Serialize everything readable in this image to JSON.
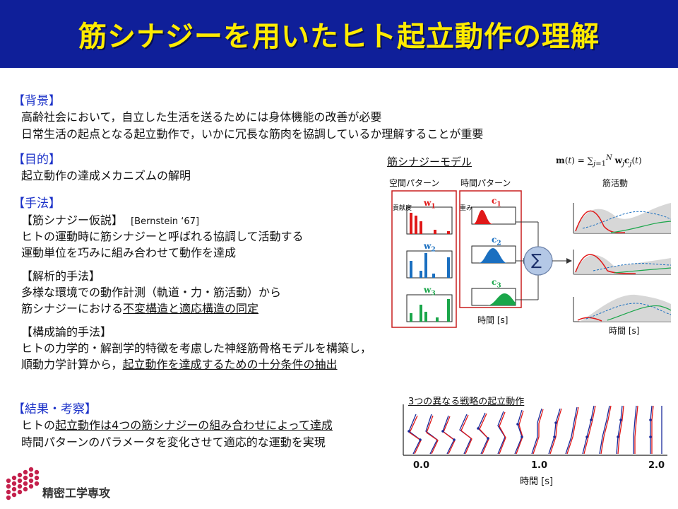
{
  "title": "筋シナジーを用いたヒト起立動作の理解",
  "background": {
    "heading": "【背景】",
    "line1": "高齢社会において，自立した生活を送るためには身体機能の改善が必要",
    "line2": "日常生活の起点となる起立動作で，いかに冗長な筋肉を協調しているか理解することが重要"
  },
  "purpose": {
    "heading": "【目的】",
    "line1": "起立動作の達成メカニズムの解明"
  },
  "method": {
    "heading": "【手法】",
    "hypothesis_heading": "【筋シナジー仮説】",
    "hypothesis_ref": "[Bernstein ‘67]",
    "hypothesis_line1": "ヒトの運動時に筋シナジーと呼ばれる協調して活動する",
    "hypothesis_line2": "運動単位を巧みに組み合わせて動作を達成",
    "analytic_heading": "【解析的手法】",
    "analytic_line1": "多様な環境での動作計測（軌道・力・筋活動）から",
    "analytic_line2a": "筋シナジーにおける",
    "analytic_line2b": "不変構造と適応構造の同定",
    "constructive_heading": "【構成論的手法】",
    "constructive_line1": "ヒトの力学的・解剖学的特徴を考慮した神経筋骨格モデルを構築し，",
    "constructive_line2a": "順動力学計算から，",
    "constructive_line2b": "起立動作を達成するための十分条件の抽出"
  },
  "results": {
    "heading": "【結果・考察】",
    "line1a": "ヒトの",
    "line1b": "起立動作は4つの筋シナジーの組み合わせによって達成",
    "line2": "時間パターンのパラメータを変化させて適応的な運動を実現"
  },
  "model": {
    "title": "筋シナジーモデル",
    "formula": "m(t) = Σ_{j=1}^{N} w_j c_j(t)",
    "spatial_label": "空間パターン",
    "temporal_label": "時間パターン",
    "activity_label": "筋活動",
    "contrib_label": "貢献度",
    "weight_label": "重み",
    "time_label": "時間 [s]",
    "sum_symbol": "∑",
    "w_labels": [
      "w1",
      "w2",
      "w3"
    ],
    "c_labels": [
      "c1",
      "c2",
      "c3"
    ],
    "colors": {
      "syn1": "#e01818",
      "syn2": "#1a6fc0",
      "syn3": "#1aa64a",
      "frame": "#c81e1e"
    }
  },
  "strategy": {
    "title": "3つの異なる戦略の起立動作",
    "xlabel": "時間 [s]",
    "ticks": [
      "0.0",
      "1.0",
      "2.0"
    ]
  },
  "logo": {
    "text": "精密工学専攻",
    "color": "#c4204c"
  }
}
